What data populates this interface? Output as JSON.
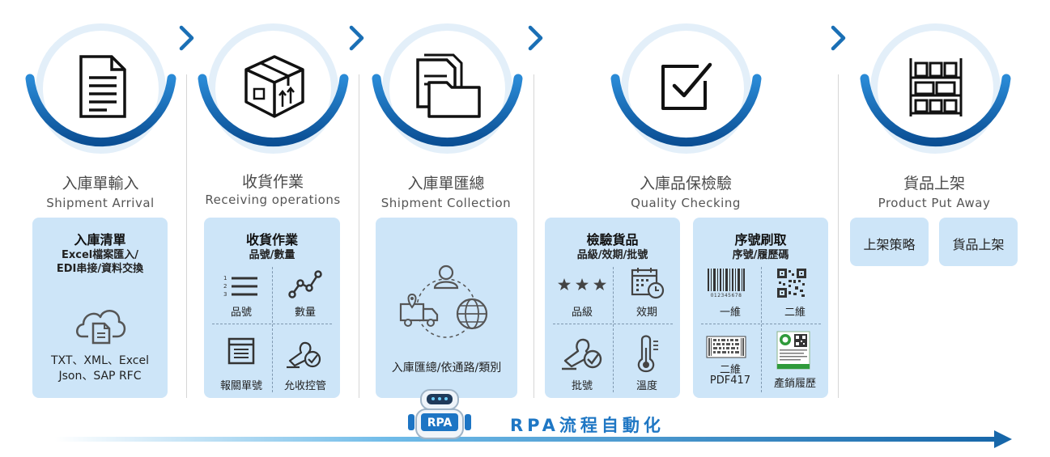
{
  "steps": [
    {
      "title": "入庫單輸入",
      "subtitle": "Shipment Arrival"
    },
    {
      "title": "收貨作業",
      "subtitle": "Receiving operations"
    },
    {
      "title": "入庫單匯總",
      "subtitle": "Shipment Collection"
    },
    {
      "title": "入庫品保檢驗",
      "subtitle": "Quality Checking"
    },
    {
      "title": "貨品上架",
      "subtitle": "Product Put Away"
    }
  ],
  "card1": {
    "heading": "入庫清單",
    "line1": "Excel檔案匯入/",
    "line2": "EDI串接/資料交換",
    "formats1": "TXT、XML、Excel",
    "formats2": "Json、SAP RFC"
  },
  "card2": {
    "heading": "收貨作業",
    "sub": "品號/數量",
    "cells": [
      "品號",
      "數量",
      "報關單號",
      "允收控管"
    ]
  },
  "card3": {
    "label": "入庫匯總/依通路/類別"
  },
  "card4a": {
    "heading": "檢驗貨品",
    "sub": "品級/效期/批號",
    "cells": [
      "品級",
      "效期",
      "批號",
      "溫度"
    ]
  },
  "card4b": {
    "heading": "序號刷取",
    "sub": "序號/履歷碼",
    "cells": [
      "一維",
      "二維",
      "二維",
      "PDF417",
      "產銷履歷"
    ],
    "barcode_number": "012345678"
  },
  "card5": {
    "buttons": [
      "上架策略",
      "貨品上架"
    ]
  },
  "footer": {
    "robot_label": "RPA",
    "flow_label": "RPA流程自動化"
  },
  "colors": {
    "accent": "#1a6fb5",
    "card_bg": "#cde5f8",
    "ring_light": "#e6f1fb",
    "footer_text": "#1f77c4"
  }
}
